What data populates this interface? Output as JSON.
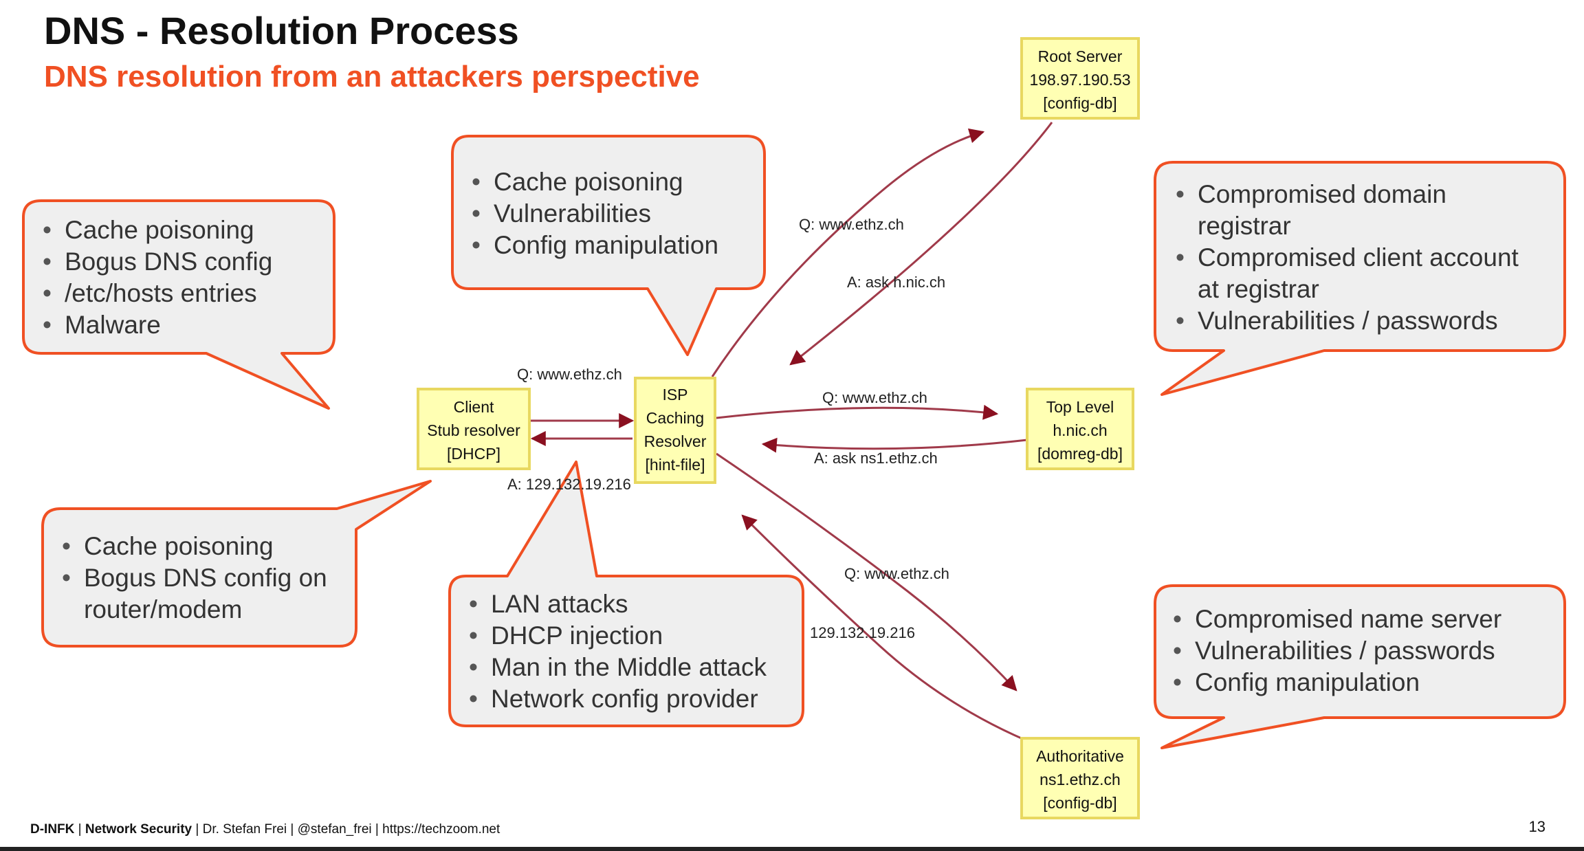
{
  "slide": {
    "title": "DNS - Resolution Process",
    "subtitle": "DNS resolution from an attackers perspective"
  },
  "diagram": {
    "nodes": [
      {
        "id": "client",
        "lines": [
          "Client",
          "Stub resolver",
          "[DHCP]"
        ]
      },
      {
        "id": "isp",
        "lines": [
          "ISP",
          "Caching",
          "Resolver",
          "[hint-file]"
        ]
      },
      {
        "id": "root",
        "lines": [
          "Root Server",
          "198.97.190.53",
          "[config-db]"
        ]
      },
      {
        "id": "tld",
        "lines": [
          "Top Level",
          "h.nic.ch",
          "[domreg-db]"
        ]
      },
      {
        "id": "auth",
        "lines": [
          "Authoritative",
          "ns1.ethz.ch",
          "[config-db]"
        ]
      }
    ],
    "edge_labels": {
      "client_query": "Q: www.ethz.ch",
      "client_answer": "A: 129.132.19.216",
      "root_query": "Q: www.ethz.ch",
      "root_answer": "A: ask h.nic.ch",
      "tld_query": "Q: www.ethz.ch",
      "tld_answer": "A: ask ns1.ethz.ch",
      "auth_query": "Q: www.ethz.ch",
      "auth_answer": "129.132.19.216"
    }
  },
  "callouts": {
    "client_side": [
      "Cache poisoning",
      "Bogus DNS config",
      "/etc/hosts entries",
      "Malware"
    ],
    "router": [
      "Cache poisoning",
      "Bogus DNS config on router/modem"
    ],
    "resolver": [
      "Cache poisoning",
      "Vulnerabilities",
      "Config manipulation"
    ],
    "lan": [
      "LAN attacks",
      "DHCP injection",
      "Man in the Middle attack",
      "Network config provider"
    ],
    "registrar": [
      "Compromised domain registrar",
      "Compromised client account at registrar",
      "Vulnerabilities / passwords"
    ],
    "nameserver": [
      "Compromised name server",
      "Vulnerabilities / passwords",
      "Config manipulation"
    ]
  },
  "footer": {
    "org": "D-INFK",
    "course": "Network Security",
    "author": "Dr. Stefan Frei",
    "handle": "@stefan_frei",
    "url": "https://techzoom.net",
    "page_number": "13"
  },
  "colors": {
    "accent": "#f05023",
    "node_fill": "#ffffb3",
    "node_border": "#e8d860",
    "edge": "#a03a4a",
    "bubble_fill": "#efefef"
  }
}
